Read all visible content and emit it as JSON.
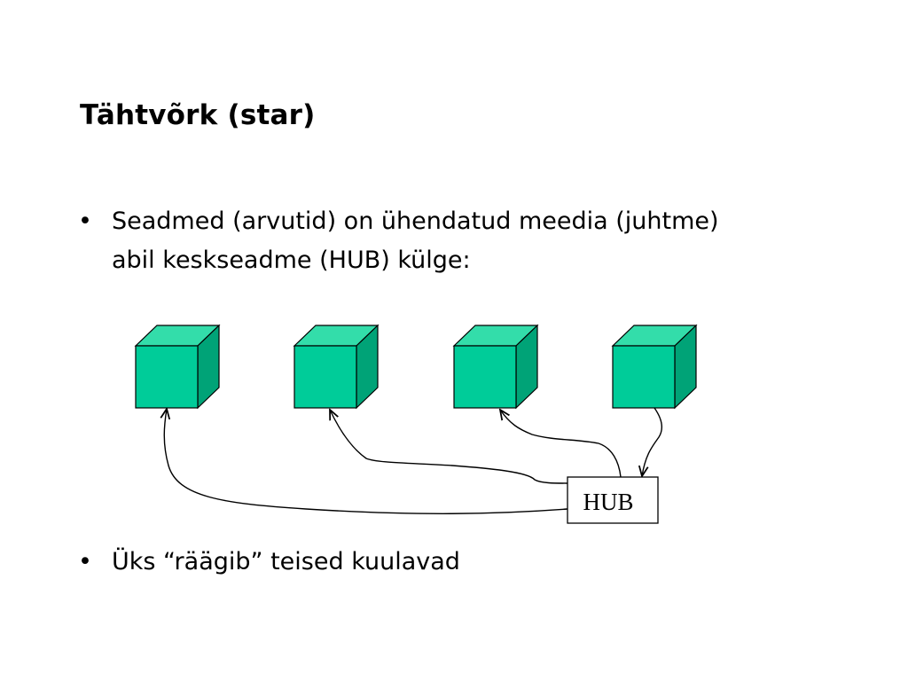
{
  "slide": {
    "title": "Tähtvõrk (star)",
    "bullets": [
      {
        "marker": "•",
        "line1": "Seadmed (arvutid) on ühendatud meedia (juhtme)",
        "line2": "abil keskseadme (HUB) külge:"
      },
      {
        "marker": "•",
        "line1": "Üks “räägib” teised kuulavad"
      }
    ]
  },
  "diagram": {
    "hub_label": "HUB",
    "devices": [
      {
        "id": "device-1",
        "icon": "computer-cube-icon"
      },
      {
        "id": "device-2",
        "icon": "computer-cube-icon"
      },
      {
        "id": "device-3",
        "icon": "computer-cube-icon"
      },
      {
        "id": "device-4",
        "icon": "computer-cube-icon"
      }
    ],
    "colors": {
      "cube_front": "#00cc99",
      "cube_top": "#33ddaa",
      "cube_side": "#00a377",
      "stroke": "#000000"
    }
  }
}
